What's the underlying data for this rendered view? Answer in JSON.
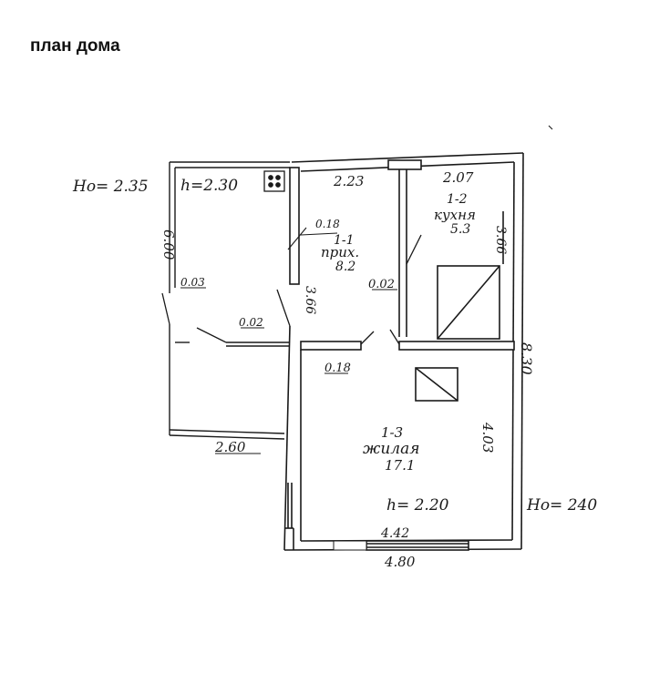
{
  "title": "план дома",
  "annotations": {
    "ho_left": "Ho= 2.35",
    "h_veranda": "h=2.30",
    "h_living": "h= 2.20",
    "ho_right": "Ho= 240"
  },
  "rooms": {
    "hall": {
      "number": "1-1",
      "name": "прих.",
      "area": "8.2"
    },
    "kitchen": {
      "number": "1-2",
      "name": "кухня",
      "area": "5.3"
    },
    "living": {
      "number": "1-3",
      "name": "жилая",
      "area": "17.1"
    }
  },
  "dimensions": {
    "hall_width": "2.23",
    "kitchen_width": "2.07",
    "kitchen_depth": "3.66",
    "hall_depth": "3.66",
    "veranda_depth": "6.00",
    "veranda_width": "2.60",
    "house_depth": "8.30",
    "living_depth": "4.03",
    "living_inner_width": "4.42",
    "living_outer_width": "4.80",
    "partition_hall": "0.18",
    "partition_living": "0.18",
    "partition_kitchen": "0.02",
    "partition_veranda": "0.02",
    "veranda_wall": "0.03"
  },
  "colors": {
    "ink": "#1a1a1a",
    "wall_fill": "#ffffff",
    "background": "#ffffff"
  }
}
